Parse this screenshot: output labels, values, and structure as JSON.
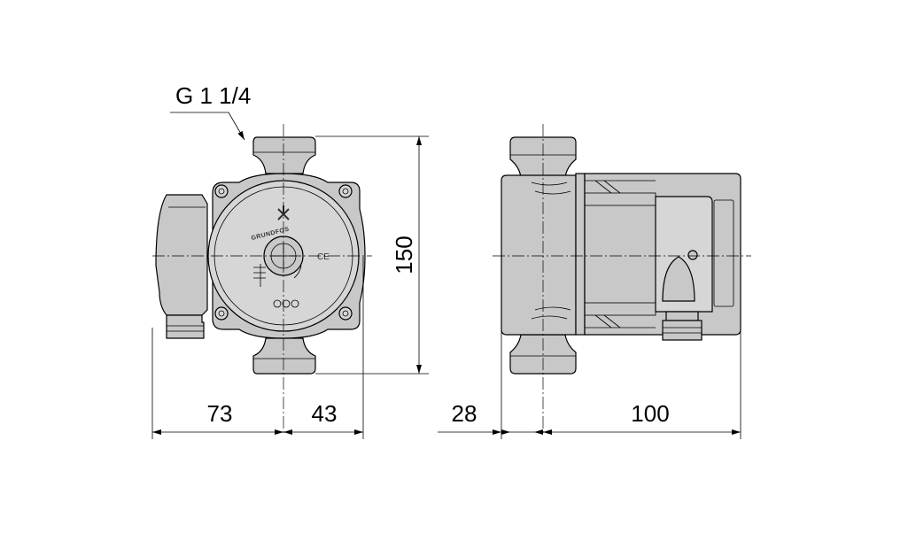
{
  "thread_label": "G 1 1/4",
  "brand_logo_text": "GRUNDFOS",
  "ce_mark": "CE",
  "dimensions": {
    "height": "150",
    "front_left": "73",
    "front_right": "43",
    "side_left": "28",
    "side_right": "100"
  }
}
